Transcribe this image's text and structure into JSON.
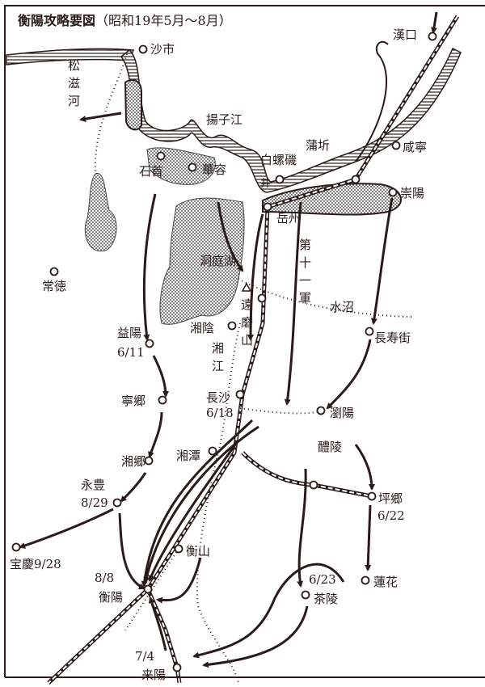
{
  "title": "衡陽攻略要図",
  "subtitle": "（昭和19年5月～8月）",
  "rivers": {
    "songzi": "松滋河",
    "yangtze": "揚子江",
    "xiang": "湘江",
    "miluo": "水沼"
  },
  "lake": "洞庭湖",
  "army": "第十一軍",
  "mountain": "遠磨山",
  "places": {
    "hankou": "漢口",
    "shashi": "沙市",
    "shishou": "石首",
    "huarong": "華容",
    "bailuoji": "白螺磯",
    "puqi": "蒲圻",
    "xianning": "咸寧",
    "chongyang": "崇陽",
    "yuezhou": "岳州",
    "changde": "常徳",
    "xiangyin": "湘陰",
    "yiyang": "益陽",
    "changshoujie": "長寿街",
    "changsha": "長沙",
    "liuyang": "瀏陽",
    "ningxiang": "寧郷",
    "xiangxiang": "湘郷",
    "xiangtan": "湘潭",
    "liling": "醴陵",
    "pingxiang": "坪郷",
    "yongfeng": "永豊",
    "baoqing": "宝慶",
    "hengshan": "衡山",
    "hengyang": "衡陽",
    "chaling": "茶陵",
    "lianhua": "蓮花",
    "leiyang": "来陽"
  },
  "dates": {
    "yiyang": "6/11",
    "changsha": "6/18",
    "pingxiang": "6/22",
    "yongfeng": "8/29",
    "baoqing": "9/28",
    "hengyang": "8/8",
    "chaling": "6/23",
    "leiyang": "7/4"
  },
  "colors": {
    "ink": "#2a1a1a",
    "lake_fill": "#bdbdbd"
  }
}
